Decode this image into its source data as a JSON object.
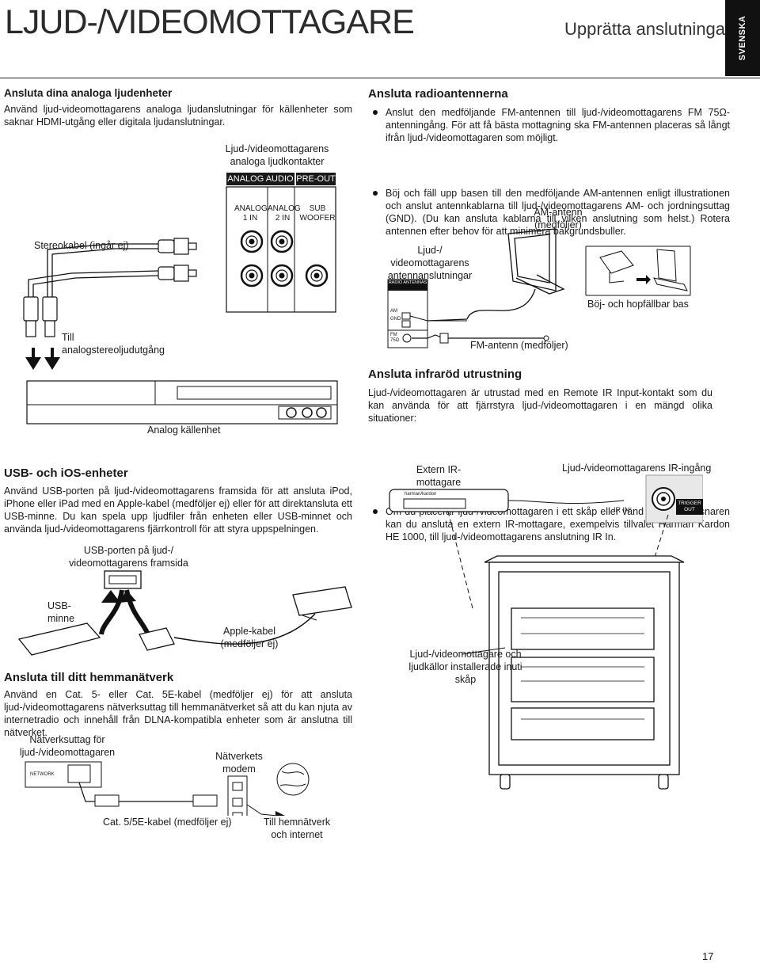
{
  "header": {
    "title": "LJUD-/VIDEOMOTTAGARE",
    "subtitle": "Upprätta anslutningar",
    "language_tab": "SVENSKA"
  },
  "analog_section": {
    "heading": "Ansluta dina analoga ljudenheter",
    "body": "Använd ljud-videomottagarens analoga ljudanslutningar för källenheter som saknar HDMI-utgång eller digitala ljudanslutningar.",
    "labels": {
      "receiver_analog_jacks": "Ljud-/videomottagarens analoga ljudkontakter",
      "analog_audio_in": "ANALOG AUDIO IN",
      "pre_out": "PRE-OUT",
      "analog1": "ANALOG 1 IN",
      "analog2": "ANALOG 2 IN",
      "sub_woofer": "SUB WOOFER",
      "stereo_cable": "Stereokabel (ingår ej)",
      "to_analog_out": "Till analogstereoljudutgång",
      "analog_source": "Analog källenhet"
    }
  },
  "radio_section": {
    "heading": "Ansluta radioantennerna",
    "bullets": [
      "Anslut den medföljande FM-antennen till ljud-/videomottagarens FM 75Ω-antenningång. För att få bästa mottagning ska FM-antennen placeras så långt ifrån ljud-/videomottagaren som möjligt.",
      "Böj och fäll upp basen till den medföljande AM-antennen enligt illustrationen och anslut antennkablarna till ljud-/videomottagarens AM- och jordningsuttag (GND). (Du kan ansluta kablarna till vilken anslutning som helst.) Rotera antennen efter behov för att minimera bakgrundsbuller."
    ],
    "labels": {
      "am_antenna": "AM-antenn (medföljer)",
      "receiver_antenna": "Ljud-/ videomottagarens antennanslutningar",
      "radio_antennas": "RADIO ANTENNAS",
      "am": "AM",
      "gnd": "GND",
      "fm": "FM 75Ω",
      "fold_base": "Böj- och hopfällbar bas",
      "fm_antenna": "FM-antenn (medföljer)"
    }
  },
  "ir_section": {
    "heading": "Ansluta infraröd utrustning",
    "body": "Ljud-/videomottagaren är utrustad med en Remote IR Input-kontakt som du kan använda för att fjärrstyra ljud-/videomottagaren i en mängd olika situationer:",
    "bullet": "Om du placerar ljud-/videomottagaren i ett skåp eller vänd bort från lyssnaren kan du ansluta en extern IR-mottagare, exempelvis tillvalet Harman Kardon HE 1000, till ljud-/videomottagarens anslutning IR In.",
    "labels": {
      "external_ir": "Extern IR-mottagare",
      "ir_input": "Ljud-/videomottagarens IR-ingång",
      "brand": "harman/kardon",
      "ir_in": "IR IN",
      "trigger_out": "TRIGGER OUT",
      "cabinet": "Ljud-/videomottagare och ljudkällor installerade inuti skåp"
    }
  },
  "usb_section": {
    "heading": "USB- och iOS-enheter",
    "body": "Använd USB-porten på ljud-/videomottagarens framsida för att ansluta iPod, iPhone eller iPad med en Apple-kabel (medföljer ej) eller för att direktansluta ett USB-minne. Du kan spela upp ljudfiler från enheten eller USB-minnet och använda ljud-/videomottagarens fjärrkontroll för att styra uppspelningen.",
    "labels": {
      "usb_port": "USB-porten på ljud-/ videomottagarens framsida",
      "usb_stick": "USB-minne",
      "apple_cable": "Apple-kabel (medföljer ej)"
    }
  },
  "network_section": {
    "heading": "Ansluta till ditt hemmanätverk",
    "body": "Använd en Cat. 5- eller Cat. 5E-kabel (medföljer ej) för att ansluta ljud-/videomottagarens nätverksuttag till hemmanätverket så att du kan njuta av internetradio och innehåll från DLNA-kompatibla enheter som är anslutna till nätverket.",
    "labels": {
      "network_jack": "Nätverksuttag för ljud-/videomottagaren",
      "network": "NETWORK",
      "modem": "Nätverkets modem",
      "cable": "Cat. 5/5E-kabel (medföljer ej)",
      "internet": "Till hemnätverk och internet"
    }
  },
  "footer": {
    "page_number": "17"
  }
}
